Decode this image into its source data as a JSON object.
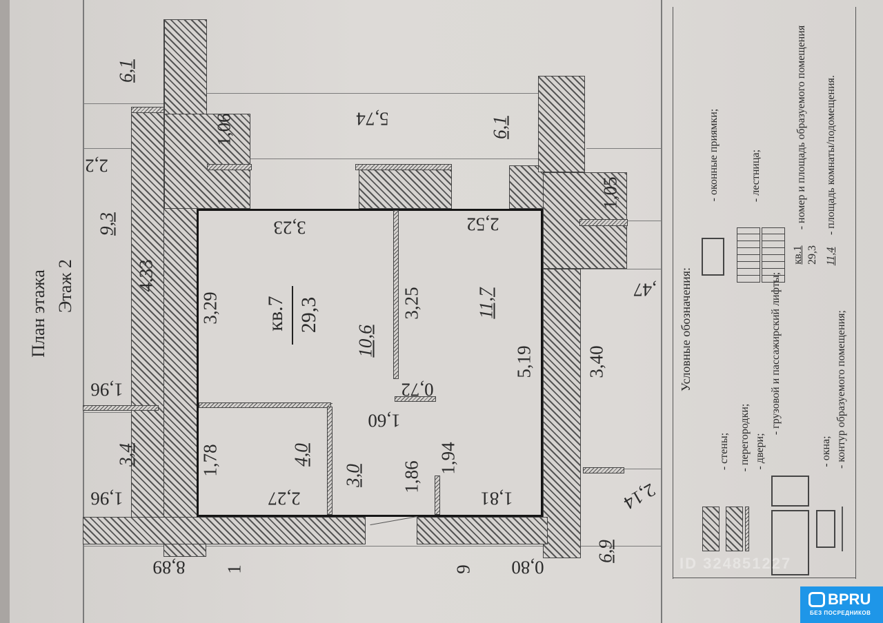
{
  "title": {
    "line1": "План этажа",
    "line2": "Этаж 2"
  },
  "apartment": {
    "label": "кв.7",
    "area": "29,3"
  },
  "room_areas": [
    "6,1",
    "6,1",
    "9,3",
    "10,6",
    "11,7",
    "3,4",
    "4,0",
    "3,0",
    "6,9"
  ],
  "dimensions": {
    "d106": "1,06",
    "d574": "5,74",
    "d22": "2,2",
    "d433": "4,33",
    "d323": "3,23",
    "d252": "2,52",
    "d105": "1,05",
    "d329": "3,29",
    "d325": "3,25",
    "d47": ",47",
    "d519": "5,19",
    "d340": "3,40",
    "d196a": "1,96",
    "d072": "0,72",
    "d160": "1,60",
    "d178": "1,78",
    "d186": "1,86",
    "d194": "1,94",
    "d196b": "1,96",
    "d227": "2,27",
    "d181": "1,81",
    "d214": "2,14",
    "d889": "8,89",
    "d1": "1",
    "d9": "9",
    "d080": "0,80"
  },
  "legend": {
    "heading": "Условные обозначения:",
    "walls": "- стены;",
    "partitions": "- перегородки;",
    "doors": "- двери;",
    "lifts": "- грузовой и пассажирский лифты;",
    "windows": "- окна;",
    "contour": "- контур образуемого помещения;",
    "pits": "- оконные приямки;",
    "stairs": "- лестница;",
    "sample_number": "кв.1",
    "sample_area": "29,3",
    "number_area": "- номер и площадь образуемого помещения",
    "sample_room": "11,4",
    "room_area": "- площадь комнаты/подомещения."
  },
  "watermark": "ID 324851227",
  "badge": {
    "brand": "BPRU",
    "tagline": "БЕЗ ПОСРЕДНИКОВ",
    "color": "#1e96e8"
  }
}
